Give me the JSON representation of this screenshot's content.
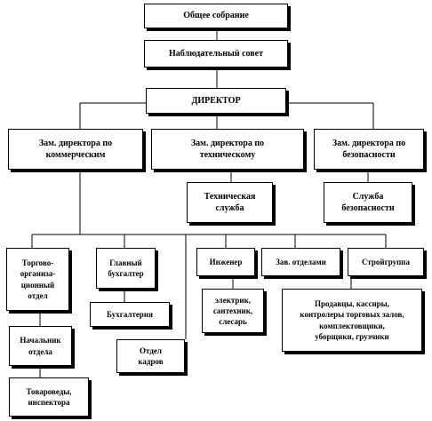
{
  "org_chart": {
    "general_meeting": "Общее собрание",
    "supervisory_board": "Наблюдательный  совет",
    "director": "ДИРЕКТОР",
    "deputy_commercial": "Зам. директора по\nкоммерческим",
    "deputy_technical": "Зам. директора по\nтехническому",
    "deputy_security": "Зам. директора по\nбезопасности",
    "technical_service": "Техническая\nслужба",
    "security_service": "Служба\nбезопасности",
    "trade_org_dept": "Торгово-\nорганиза-\nционный\nотдел",
    "chief_accountant": "Главный\nбухгалтер",
    "engineer": "Инженер",
    "dept_heads": "Зав. отделами",
    "construction_group": "Стройгруппа",
    "accounting": "Бухгалтерия",
    "electricians": "электрик,\nсантехник,\nслесарь",
    "sales_staff": "Продавцы, кассиры,\nконтролеры торговых залов,\nкомплектовщики,\nуборщики, грузчики",
    "hr_dept": "Отдел\nкадров",
    "dept_head": "Начальник\nотдела",
    "merchandisers": "Товароведы,\nинспектора"
  }
}
